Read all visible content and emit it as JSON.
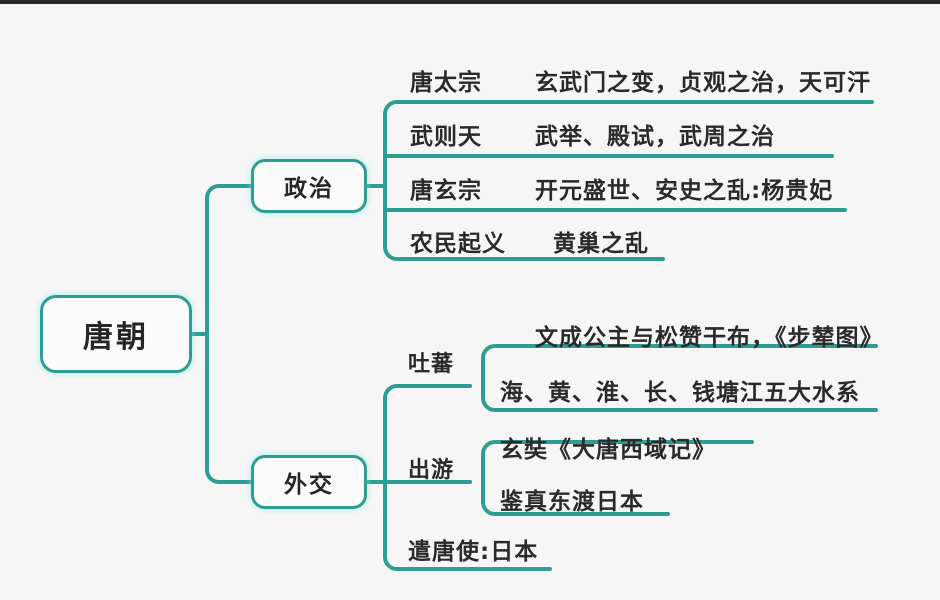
{
  "diagram": {
    "title_node": "唐朝",
    "accent_color": "#2e9e94",
    "glow_color": "#7ce9e4",
    "background_color": "#f6f6f6",
    "text_color": "#2a2a2a",
    "branches": [
      {
        "label": "政治",
        "items": [
          {
            "title": "唐太宗",
            "detail": "玄武门之变，贞观之治，天可汗"
          },
          {
            "title": "武则天",
            "detail": "武举、殿试，武周之治"
          },
          {
            "title": "唐玄宗",
            "detail": "开元盛世、安史之乱:杨贵妃"
          },
          {
            "title": "农民起义",
            "detail": "黄巢之乱"
          }
        ]
      },
      {
        "label": "外交",
        "items": [
          {
            "title": "吐蕃",
            "sub": [
              "文成公主与松赞干布，《步辇图》",
              "海、黄、淮、长、钱塘江五大水系"
            ]
          },
          {
            "title": "出游",
            "sub": [
              "玄奘《大唐西域记》",
              "鉴真东渡日本"
            ]
          },
          {
            "title": "遣唐使:日本"
          }
        ]
      }
    ]
  }
}
